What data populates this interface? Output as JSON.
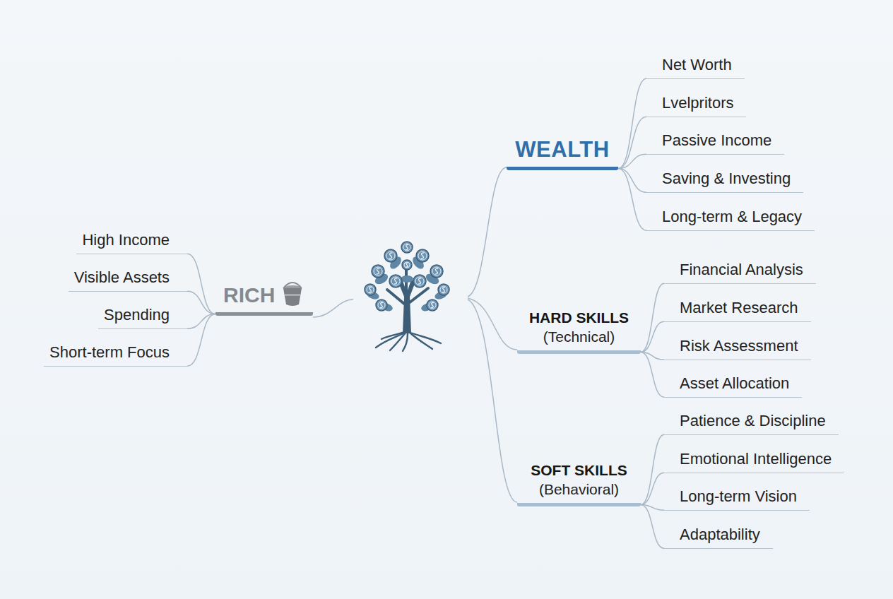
{
  "diagram": {
    "nodes": [
      {
        "text": [
          "RICH"
        ]
      },
      {
        "text": [
          "High Income"
        ]
      },
      {
        "text": [
          "Visible Assets"
        ]
      },
      {
        "text": [
          "Spending"
        ]
      },
      {
        "text": [
          "Short-term Focus"
        ]
      },
      {
        "text": [
          "WEALTH"
        ]
      },
      {
        "text": [
          "Net Worth"
        ]
      },
      {
        "text": [
          "Lvelpritors"
        ]
      },
      {
        "text": [
          "Passive Income"
        ]
      },
      {
        "text": [
          "Saving & Investing"
        ]
      },
      {
        "text": [
          "Long-term & Legacy"
        ]
      },
      {
        "text": [
          "HARD SKILLS",
          "(Technical)"
        ]
      },
      {
        "text": [
          "Financial Analysis"
        ]
      },
      {
        "text": [
          "Market Research"
        ]
      },
      {
        "text": [
          "Risk Assessment"
        ]
      },
      {
        "text": [
          "Asset Allocation"
        ]
      },
      {
        "text": [
          "SOFT SKILLS",
          "(Behavioral)"
        ]
      },
      {
        "text": [
          "Patience & Discipline"
        ]
      },
      {
        "text": [
          "Emotional Intelligence"
        ]
      },
      {
        "text": [
          "Long-term Vision"
        ]
      },
      {
        "text": [
          "Adaptability"
        ]
      }
    ],
    "edges": [
      {
        "from": 0,
        "to": 1,
        "arrow": "none"
      },
      {
        "from": 0,
        "to": 2,
        "arrow": "none"
      },
      {
        "from": 0,
        "to": 3,
        "arrow": "none"
      },
      {
        "from": 0,
        "to": 4,
        "arrow": "none"
      },
      {
        "from": 5,
        "to": 6,
        "arrow": "none"
      },
      {
        "from": 5,
        "to": 7,
        "arrow": "none"
      },
      {
        "from": 5,
        "to": 8,
        "arrow": "none"
      },
      {
        "from": 5,
        "to": 9,
        "arrow": "none"
      },
      {
        "from": 5,
        "to": 10,
        "arrow": "none"
      },
      {
        "from": 11,
        "to": 12,
        "arrow": "none"
      },
      {
        "from": 11,
        "to": 13,
        "arrow": "none"
      },
      {
        "from": 11,
        "to": 14,
        "arrow": "none"
      },
      {
        "from": 11,
        "to": 15,
        "arrow": "none"
      },
      {
        "from": 16,
        "to": 17,
        "arrow": "none"
      },
      {
        "from": 16,
        "to": 18,
        "arrow": "none"
      },
      {
        "from": 16,
        "to": 19,
        "arrow": "none"
      },
      {
        "from": 16,
        "to": 20,
        "arrow": "none"
      }
    ]
  }
}
